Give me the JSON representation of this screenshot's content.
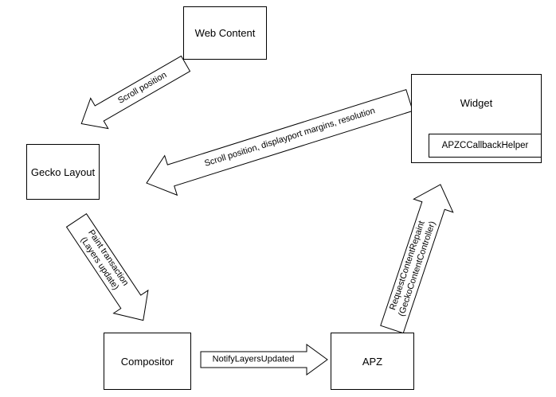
{
  "diagram": {
    "boxes": {
      "web_content": {
        "label": "Web Content"
      },
      "widget": {
        "label": "Widget",
        "inner_label": "APZCCallbackHelper"
      },
      "gecko_layout": {
        "label": "Gecko Layout"
      },
      "compositor": {
        "label": "Compositor"
      },
      "apz": {
        "label": "APZ"
      }
    },
    "arrows": {
      "scroll_position": {
        "label": "Scroll position",
        "from": "Web Content",
        "to": "Gecko Layout"
      },
      "scroll_displayport": {
        "label": "Scroll position, displayport margins, resolution",
        "from": "Widget",
        "to": "Gecko Layout"
      },
      "paint_transaction": {
        "label_line1": "Paint transaction",
        "label_line2": "(Layers update)",
        "from": "Gecko Layout",
        "to": "Compositor"
      },
      "notify_layers_updated": {
        "label": "NotifyLayersUpdated",
        "from": "Compositor",
        "to": "APZ"
      },
      "request_content_repaint": {
        "label_line1": "RequestContentRepaint",
        "label_line2": "(GeckoContentController)",
        "from": "APZ",
        "to": "Widget"
      }
    },
    "colors": {
      "stroke": "#000000",
      "fill": "#ffffff"
    }
  }
}
